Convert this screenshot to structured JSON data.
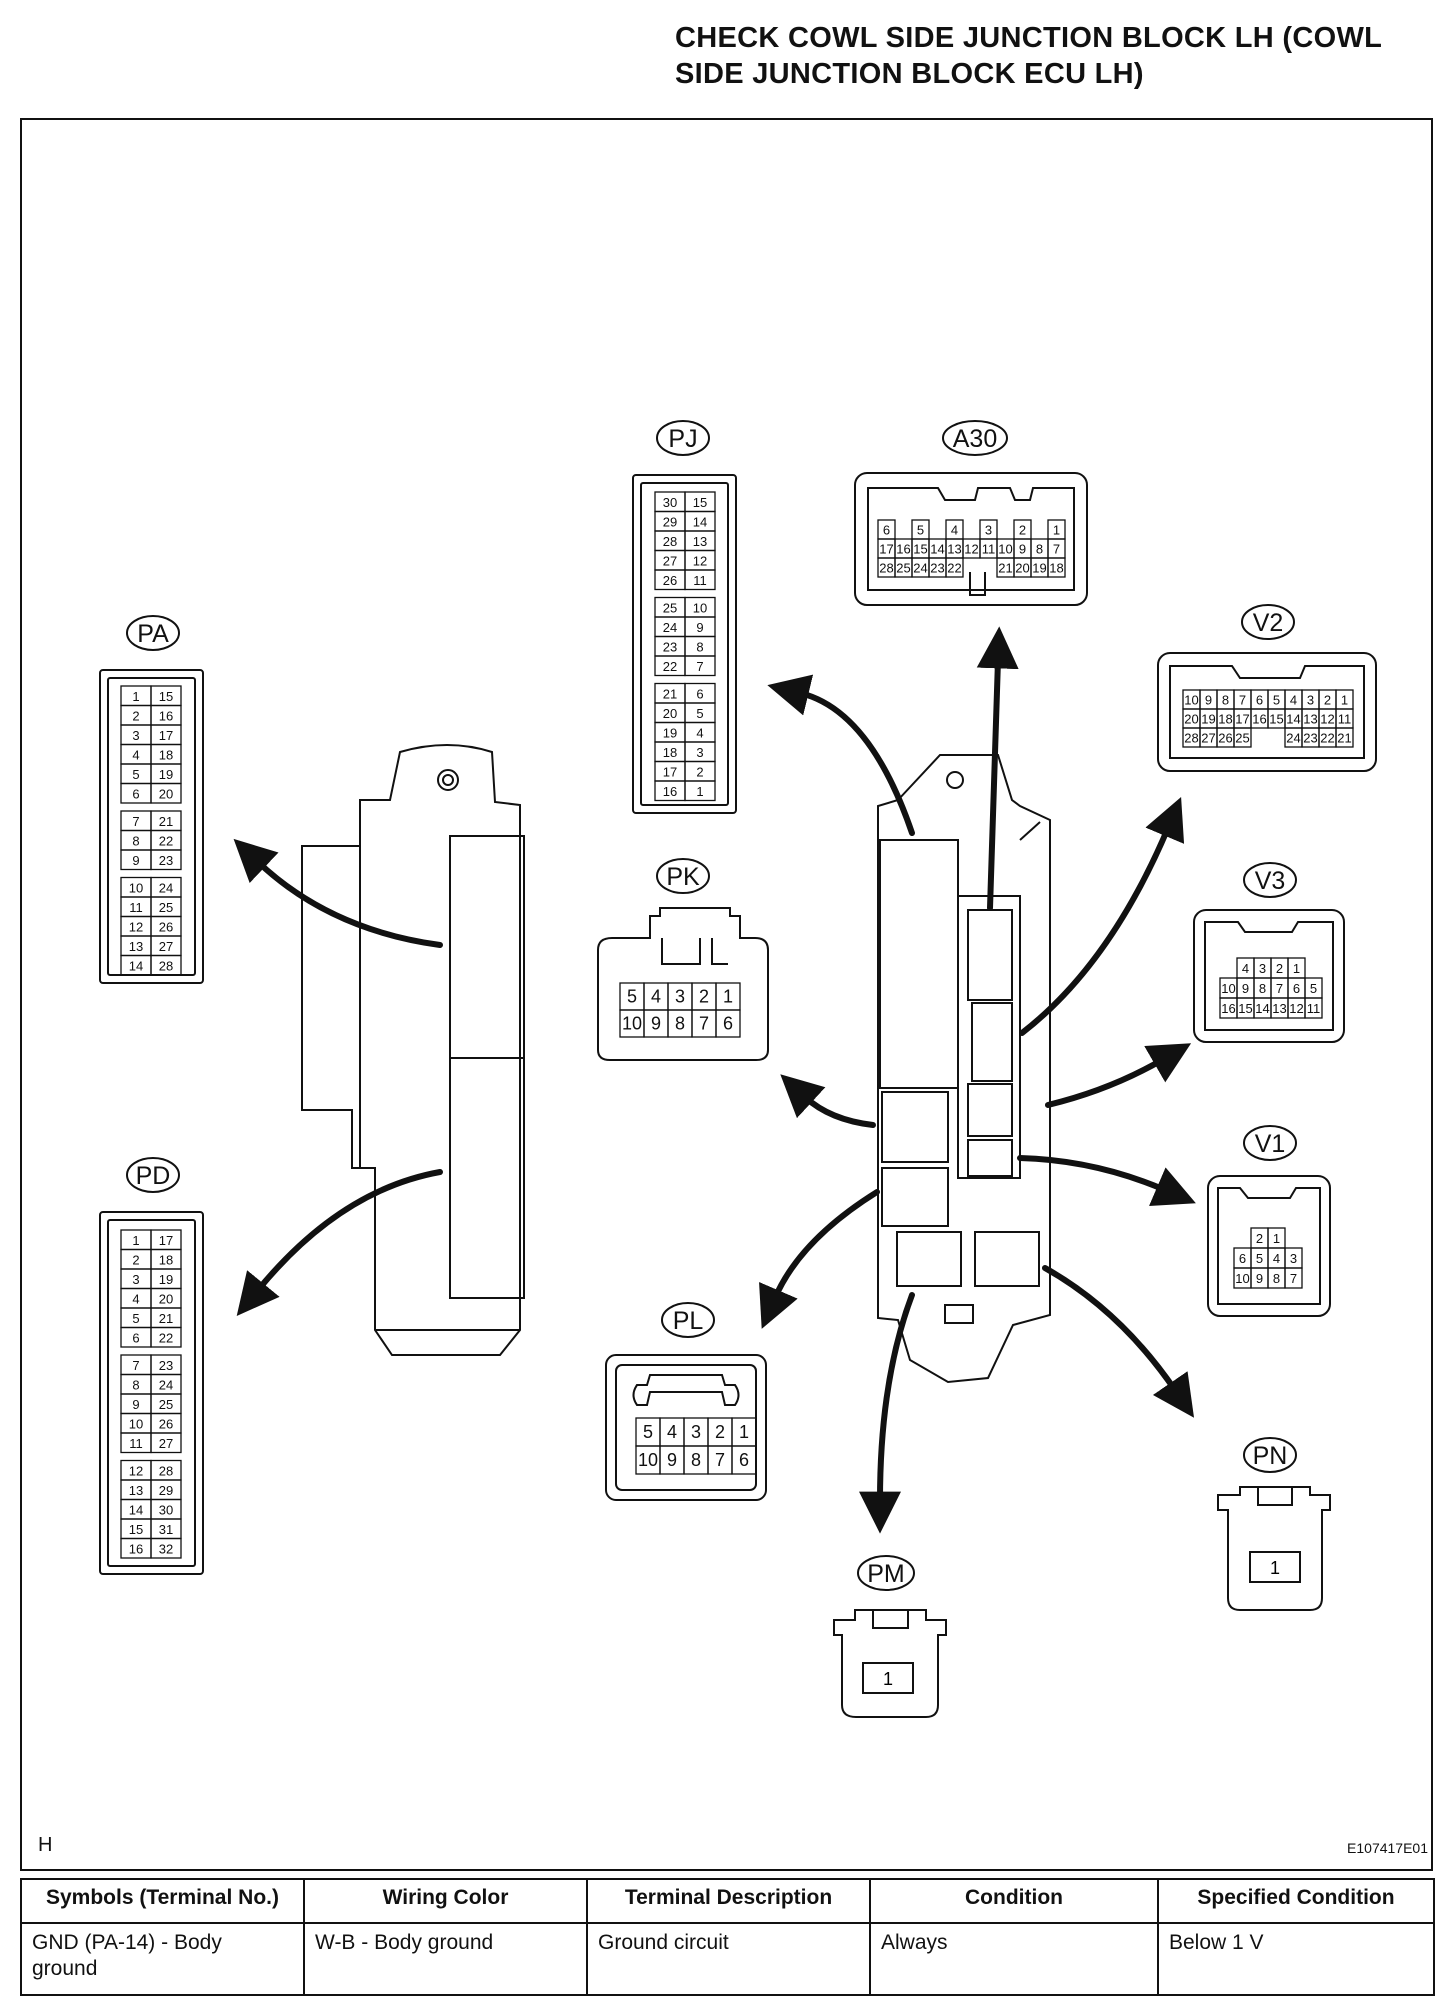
{
  "page": {
    "title_line1": "CHECK COWL SIDE JUNCTION BLOCK LH (COWL",
    "title_line2": "SIDE JUNCTION BLOCK ECU LH)",
    "corner_mark": "H",
    "figure_code": "E107417E01"
  },
  "connectors": {
    "PA": {
      "label": "PA",
      "rows": [
        [
          "1",
          "15"
        ],
        [
          "2",
          "16"
        ],
        [
          "3",
          "17"
        ],
        [
          "4",
          "18"
        ],
        [
          "5",
          "19"
        ],
        [
          "6",
          "20"
        ],
        [
          "7",
          "21"
        ],
        [
          "8",
          "22"
        ],
        [
          "9",
          "23"
        ],
        [
          "10",
          "24"
        ],
        [
          "11",
          "25"
        ],
        [
          "12",
          "26"
        ],
        [
          "13",
          "27"
        ],
        [
          "14",
          "28"
        ]
      ]
    },
    "PD": {
      "label": "PD",
      "rows": [
        [
          "1",
          "17"
        ],
        [
          "2",
          "18"
        ],
        [
          "3",
          "19"
        ],
        [
          "4",
          "20"
        ],
        [
          "5",
          "21"
        ],
        [
          "6",
          "22"
        ],
        [
          "7",
          "23"
        ],
        [
          "8",
          "24"
        ],
        [
          "9",
          "25"
        ],
        [
          "10",
          "26"
        ],
        [
          "11",
          "27"
        ],
        [
          "12",
          "28"
        ],
        [
          "13",
          "29"
        ],
        [
          "14",
          "30"
        ],
        [
          "15",
          "31"
        ],
        [
          "16",
          "32"
        ]
      ]
    },
    "PJ": {
      "label": "PJ",
      "rows": [
        [
          "30",
          "15"
        ],
        [
          "29",
          "14"
        ],
        [
          "28",
          "13"
        ],
        [
          "27",
          "12"
        ],
        [
          "26",
          "11"
        ],
        [
          "25",
          "10"
        ],
        [
          "24",
          "9"
        ],
        [
          "23",
          "8"
        ],
        [
          "22",
          "7"
        ],
        [
          "21",
          "6"
        ],
        [
          "20",
          "5"
        ],
        [
          "19",
          "4"
        ],
        [
          "18",
          "3"
        ],
        [
          "17",
          "2"
        ],
        [
          "16",
          "1"
        ]
      ]
    },
    "A30": {
      "label": "A30",
      "rows": [
        [
          "6",
          "",
          "5",
          "",
          "4",
          "",
          "3",
          "",
          "2",
          "",
          "1"
        ],
        [
          "17",
          "16",
          "15",
          "14",
          "13",
          "12",
          "11",
          "10",
          "9",
          "8",
          "7"
        ],
        [
          "28",
          "25",
          "24",
          "23",
          "22",
          "",
          "",
          "21",
          "20",
          "19",
          "18"
        ]
      ]
    },
    "V2": {
      "label": "V2",
      "rows": [
        [
          "10",
          "9",
          "8",
          "7",
          "6",
          "5",
          "4",
          "3",
          "2",
          "1"
        ],
        [
          "20",
          "19",
          "18",
          "17",
          "16",
          "15",
          "14",
          "13",
          "12",
          "11"
        ],
        [
          "28",
          "27",
          "26",
          "25",
          "",
          "",
          "24",
          "23",
          "22",
          "21"
        ]
      ]
    },
    "V3": {
      "label": "V3",
      "rows": [
        [
          "",
          "4",
          "3",
          "2",
          "1",
          ""
        ],
        [
          "10",
          "9",
          "8",
          "7",
          "6",
          "5"
        ],
        [
          "16",
          "15",
          "14",
          "13",
          "12",
          "11"
        ]
      ]
    },
    "V1": {
      "label": "V1",
      "rows": [
        [
          "",
          "2",
          "1",
          ""
        ],
        [
          "6",
          "5",
          "4",
          "3"
        ],
        [
          "10",
          "9",
          "8",
          "7"
        ]
      ]
    },
    "PK": {
      "label": "PK",
      "rows": [
        [
          "5",
          "4",
          "3",
          "2",
          "1"
        ],
        [
          "10",
          "9",
          "8",
          "7",
          "6"
        ]
      ]
    },
    "PL": {
      "label": "PL",
      "rows": [
        [
          "5",
          "4",
          "3",
          "2",
          "1"
        ],
        [
          "10",
          "9",
          "8",
          "7",
          "6"
        ]
      ]
    },
    "PN": {
      "label": "PN",
      "pin": "1"
    },
    "PM": {
      "label": "PM",
      "pin": "1"
    }
  },
  "table": {
    "headers": [
      "Symbols (Terminal No.)",
      "Wiring Color",
      "Terminal Description",
      "Condition",
      "Specified Condition"
    ],
    "rows": [
      [
        "GND (PA-14) - Body ground",
        "W-B - Body ground",
        "Ground circuit",
        "Always",
        "Below 1 V"
      ]
    ]
  }
}
